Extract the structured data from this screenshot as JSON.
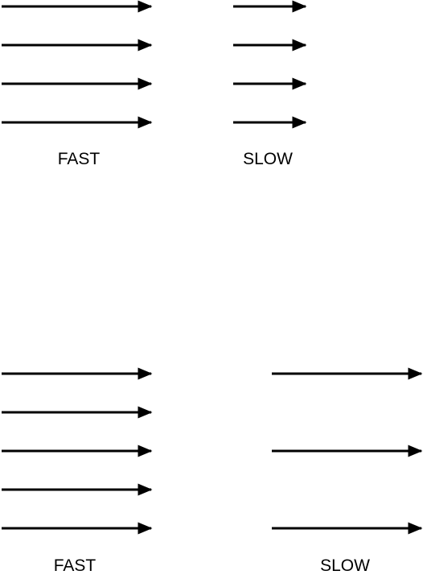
{
  "colors": {
    "background": "#ffffff",
    "arrow": "#000000",
    "text": "#000000"
  },
  "top_panel": {
    "fast": {
      "label": "FAST",
      "arrow_count": 4
    },
    "slow": {
      "label": "SLOW",
      "arrow_count": 4
    }
  },
  "bottom_panel": {
    "fast": {
      "label": "FAST",
      "arrow_count": 5
    },
    "slow": {
      "label": "SLOW",
      "arrow_count": 3
    }
  }
}
